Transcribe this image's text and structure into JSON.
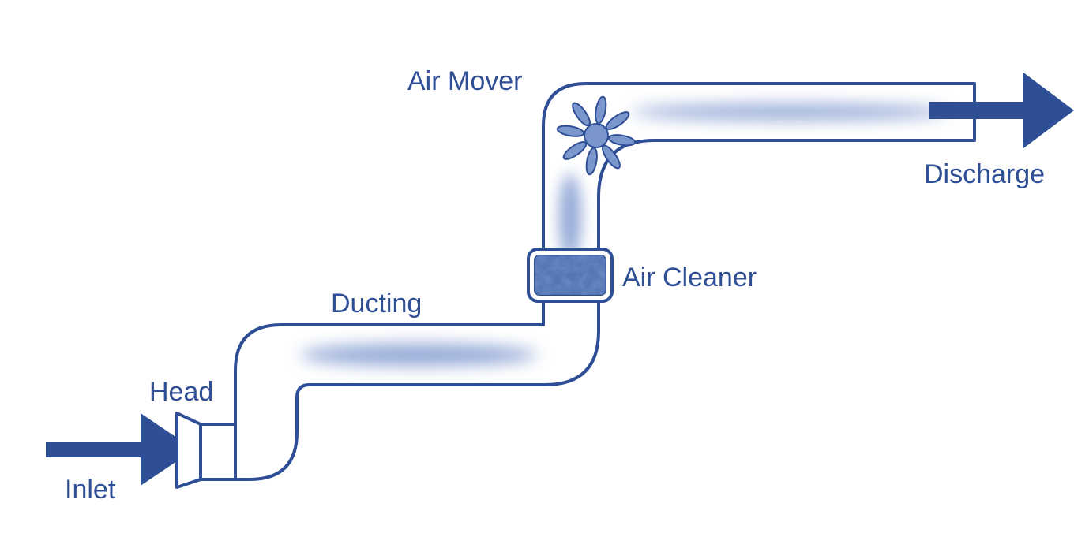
{
  "labels": {
    "air_mover": "Air Mover",
    "discharge": "Discharge",
    "air_cleaner": "Air Cleaner",
    "ducting": "Ducting",
    "head": "Head",
    "inlet": "Inlet"
  },
  "colors": {
    "stroke": "#2e4e96",
    "text": "#2e4e96",
    "arrow": "#2e4e96",
    "duct_fill": "#ffffff",
    "airflow_glow": "#3a62b5",
    "filter_fill": "#4a6db0",
    "fan_blade": "#7b96cc",
    "fan_hub": "#7b96cc"
  },
  "icons": {
    "inlet_arrow": "arrow-right-icon",
    "discharge_arrow": "arrow-right-icon",
    "fan": "fan-icon",
    "filter": "filter-icon",
    "hood": "hood-icon"
  }
}
